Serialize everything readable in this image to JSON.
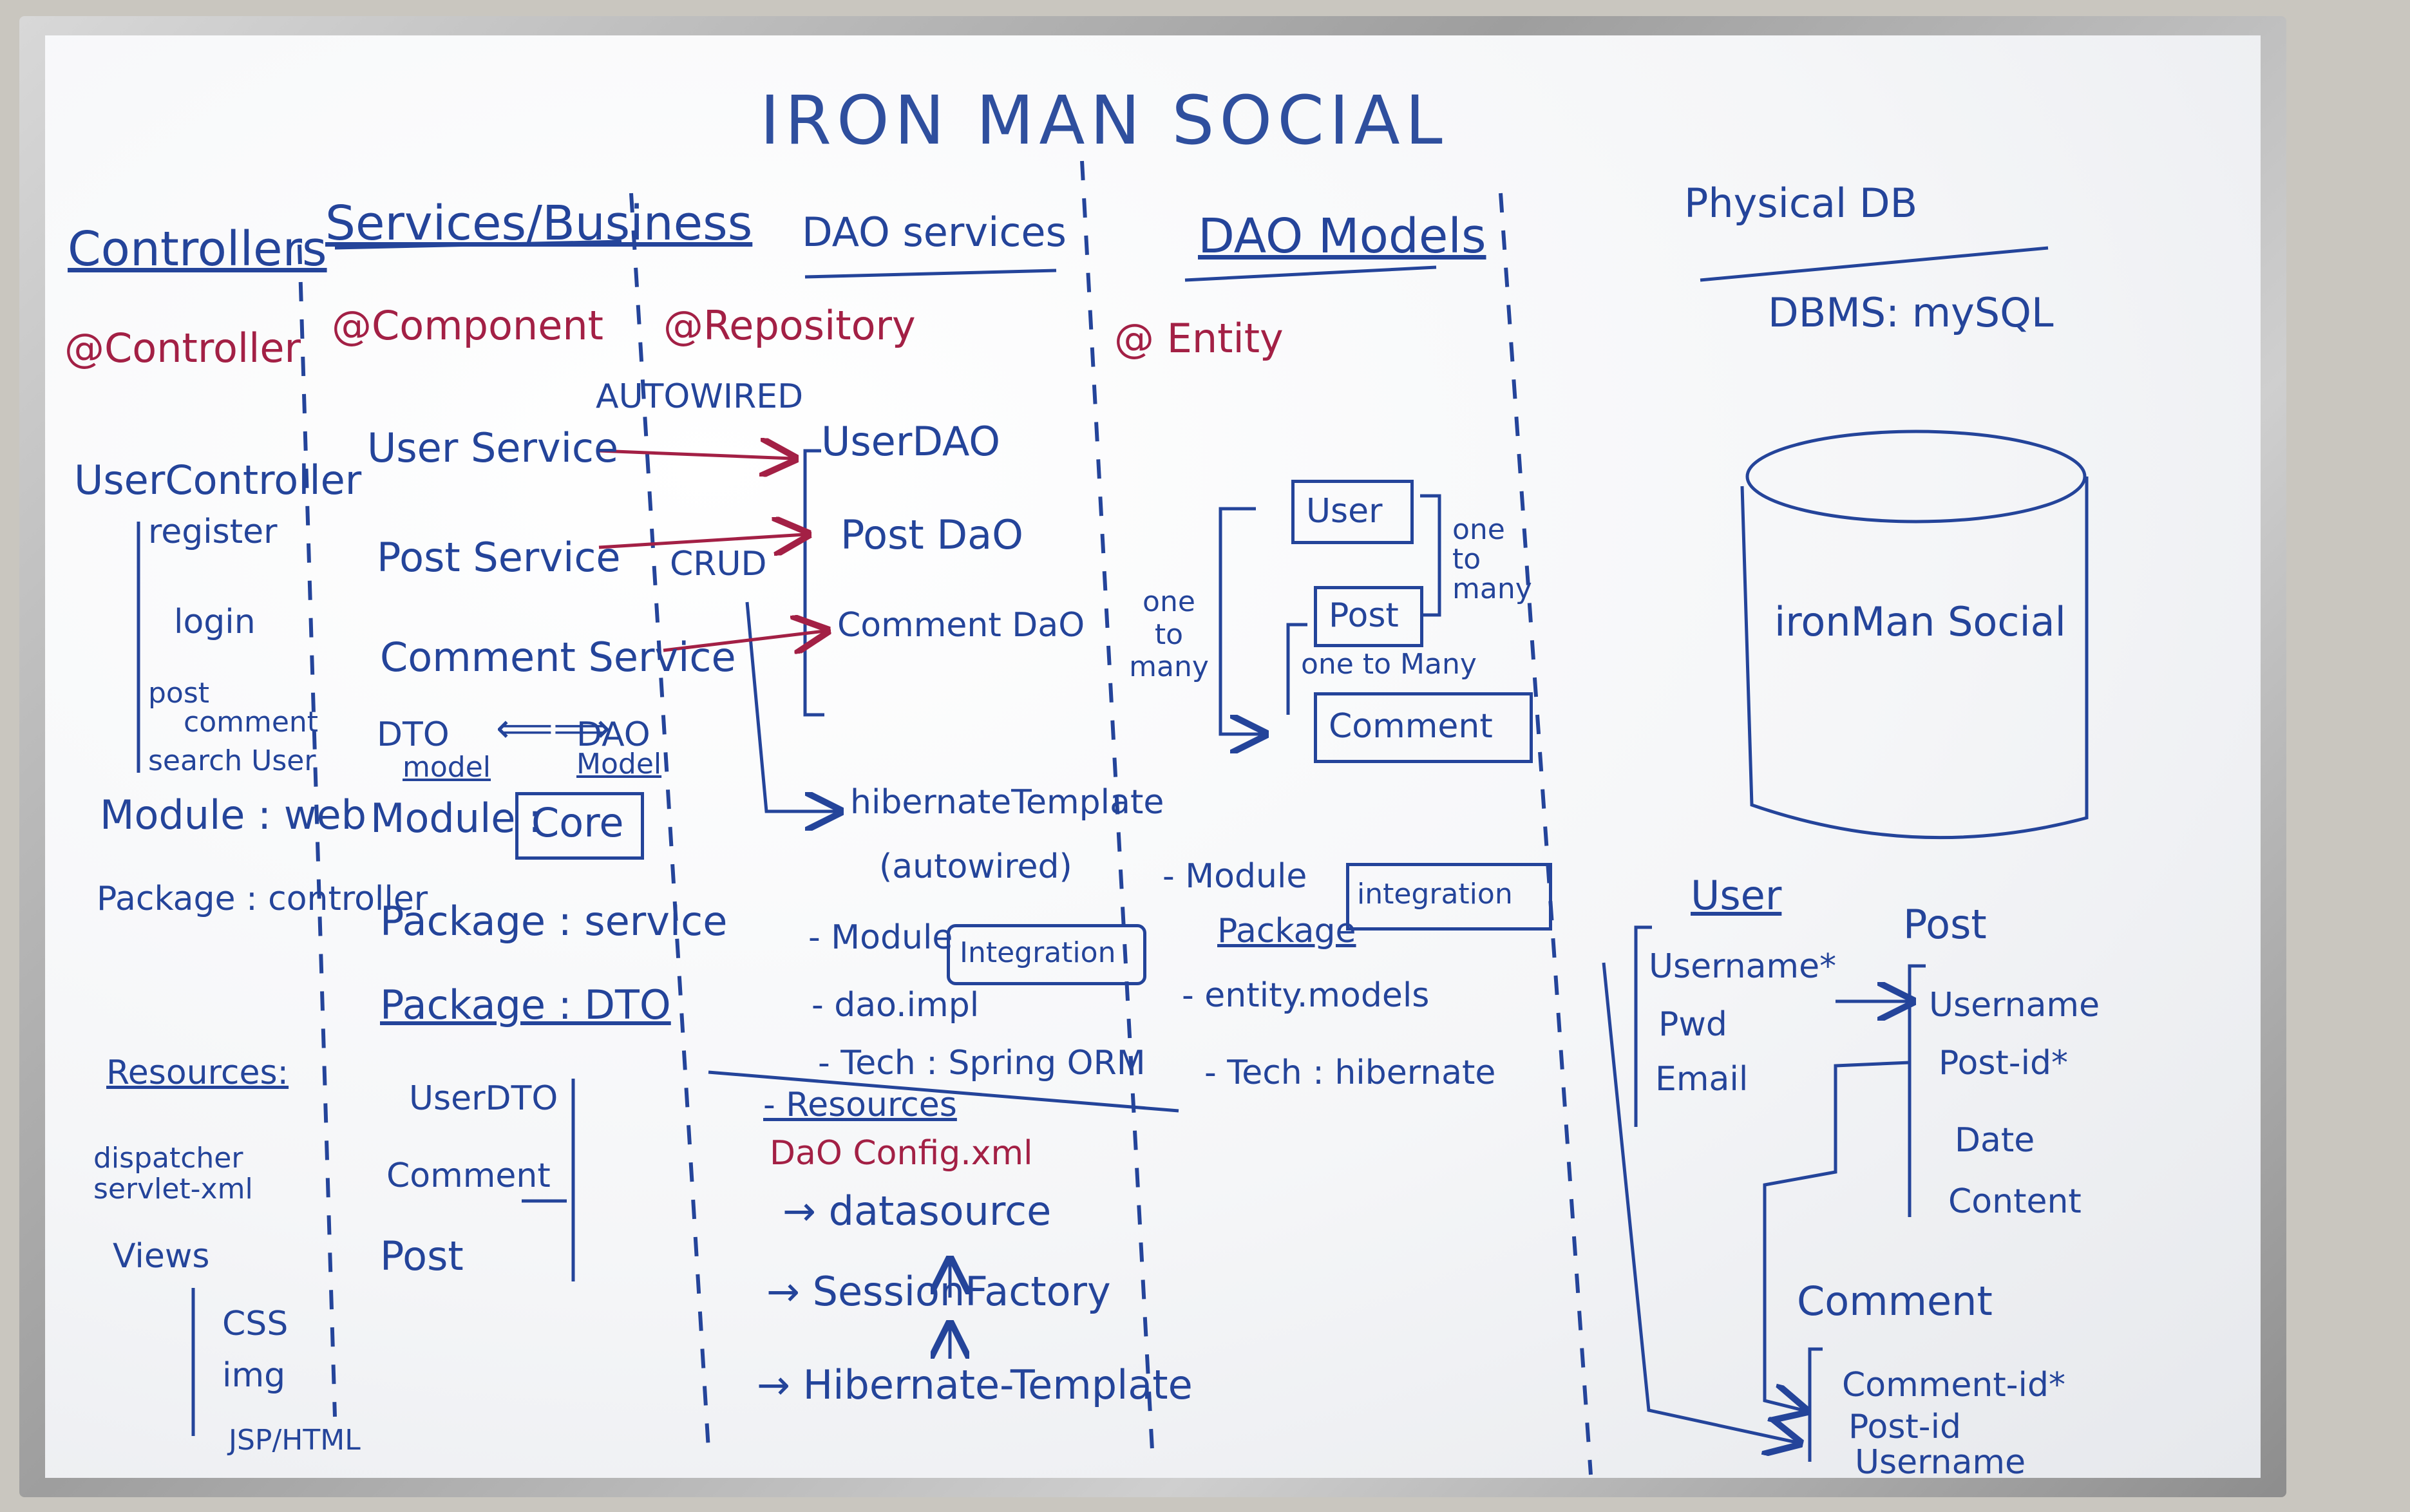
{
  "title": "IRON MAN SOCIAL",
  "colors": {
    "ink_blue": "#24449a",
    "ink_red": "#a32045",
    "board": "#f7f8fa"
  },
  "columns": {
    "controllers": {
      "header": "Controllers",
      "annotation": "@Controller",
      "class_name": "UserController",
      "methods": [
        "register",
        "login",
        "post",
        "comment",
        "search User"
      ],
      "module": "Module : web",
      "package": "Package : controller",
      "resources_header": "Resources:",
      "resources": [
        "dispatcher servlet-xml",
        "Views"
      ],
      "views": [
        "CSS",
        "img",
        "JSP/HTML"
      ]
    },
    "services": {
      "header": "Services/Business",
      "annotation": "@Component",
      "items": [
        "User Service",
        "Post Service",
        "Comment Service"
      ],
      "dto_label": "DTO",
      "dto_model": "model",
      "dao_label": "DAO",
      "dao_model": "Model",
      "module_label": "Module :",
      "module_value": "Core",
      "package": "Package : service",
      "package_dto": "Package : DTO",
      "dto_items": [
        "UserDTO",
        "Comment",
        "Post"
      ]
    },
    "dao_services": {
      "header": "DAO services",
      "annotation": "@Repository",
      "autowired": "AUTOWIRED",
      "crud": "CRUD",
      "items": [
        "UserDAO",
        "Post DaO",
        "Comment DaO"
      ],
      "hibernate": "hibernateTemplate",
      "hibernate_note": "(autowired)",
      "module_label": "- Module",
      "module_value": "Integration",
      "package": "- dao.impl",
      "tech": "- Tech : Spring ORM",
      "resources": "- Resources",
      "config": "DaO Config.xml",
      "config_items": [
        "datasource",
        "SessionFactory",
        "Hibernate-Template"
      ]
    },
    "dao_models": {
      "header": "DAO Models",
      "annotation": "@ Entity",
      "entities": [
        "User",
        "Post",
        "Comment"
      ],
      "rel_one_to_many_right": "one to many",
      "rel_one_to_many_left": "one to many",
      "rel_between": "one to Many",
      "module_label": "- Module",
      "module_value": "integration",
      "package_label": "Package",
      "package": "- entity.models",
      "tech": "- Tech : hibernate"
    },
    "physical_db": {
      "header": "Physical DB",
      "dbms": "DBMS: mySQL",
      "db_name": "ironMan Social",
      "tables": {
        "user": {
          "name": "User",
          "fields": [
            "Username*",
            "Pwd",
            "Email"
          ]
        },
        "post": {
          "name": "Post",
          "fields": [
            "Username",
            "Post-id*",
            "Date",
            "Content"
          ]
        },
        "comment": {
          "name": "Comment",
          "fields": [
            "Comment-id*",
            "Post-id",
            "Username"
          ]
        }
      }
    }
  }
}
